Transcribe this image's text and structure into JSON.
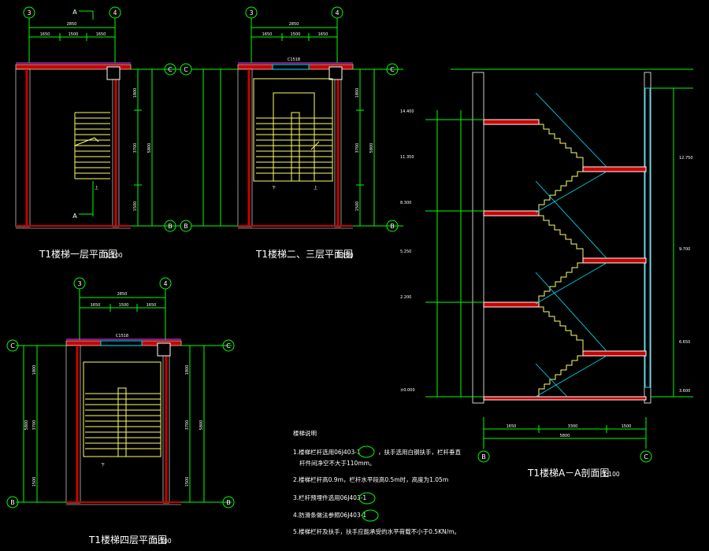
{
  "colors": {
    "background": "#000000",
    "dimension_line": "#00ff00",
    "wall": "#ffffff",
    "wall_fill": "#cc0000",
    "stair": "#ffff66",
    "cyan": "#00e5ff",
    "magenta": "#ff33ff",
    "text": "#ffffff"
  },
  "plans": {
    "first": {
      "title": "T1楼梯一层平面图",
      "scale": "1:100",
      "grid_left": "3",
      "grid_right": "4",
      "grid_top": "C",
      "grid_bottom": "B",
      "section_mark": "A",
      "dim_total": "2850",
      "dim_parts": [
        "1650",
        "1500",
        "1650"
      ],
      "dim_vertical": [
        "1800",
        "3700",
        "5800",
        "1500"
      ]
    },
    "second": {
      "title": "T1楼梯二、三层平面图",
      "scale": "1:100",
      "grid_left": "3",
      "grid_right": "4",
      "grid_top": "C",
      "grid_bottom": "B",
      "window_label": "C1518",
      "dim_total": "2850",
      "dim_parts": [
        "1650",
        "1500",
        "1650"
      ],
      "dim_vertical": [
        "1800",
        "3700",
        "5800",
        "1500"
      ]
    },
    "fourth": {
      "title": "T1楼梯四层平面图",
      "scale": "1:100",
      "grid_left": "3",
      "grid_right": "4",
      "grid_top": "C",
      "grid_bottom": "B",
      "window_label": "C1518",
      "dim_total": "2850",
      "dim_parts": [
        "1650",
        "1500",
        "1650"
      ],
      "dim_vertical": [
        "1800",
        "3700",
        "5800",
        "1500"
      ]
    }
  },
  "section": {
    "title": "T1楼梯A－A剖面图",
    "scale": "1:100",
    "grid_left": "B",
    "grid_right": "C",
    "dim_bottom_parts": [
      "1650",
      "3300",
      "1500"
    ],
    "dim_bottom_total": "5800",
    "elevations": [
      "14.400",
      "11.350",
      "8.300",
      "5.250",
      "2.200",
      "±0.000"
    ],
    "right_elevations": [
      "12.750",
      "9.700",
      "6.650",
      "3.600"
    ]
  },
  "notes": {
    "heading": "楼梯说明",
    "items": [
      "1.楼梯栏杆选用06J403-1",
      "，扶手选用白钢扶手，栏杆垂直",
      "杆件间净空不大于110mm。",
      "2.楼梯栏杆高0.9m，栏杆水平段高0.5m时，高度为1.05m",
      "3.栏杆预埋件选用06J403-1",
      "4.防滑条做法参照06J403-1",
      "5.楼梯栏杆及扶手，扶手应能承受的水平荷载不小于0.5KN/m。"
    ]
  }
}
